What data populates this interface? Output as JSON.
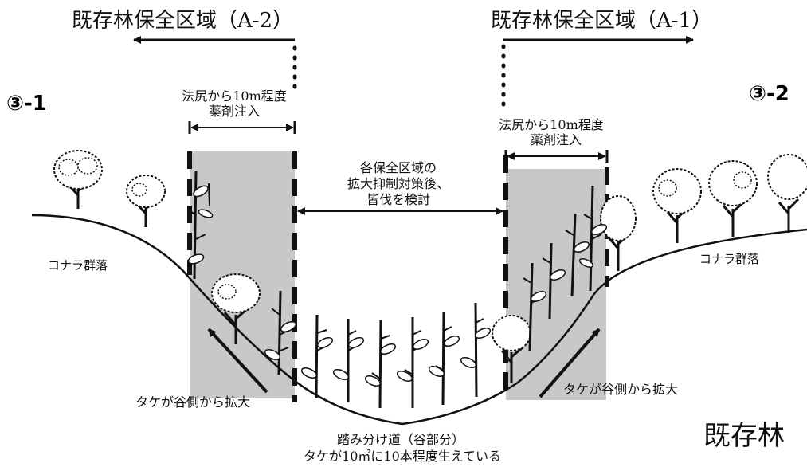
{
  "zones": {
    "left_title": "既存林保全区域（A-2）",
    "right_title": "既存林保全区域（A-1）",
    "bottom_right_title": "既存林"
  },
  "sections": {
    "left_id": "③-1",
    "right_id": "③-2"
  },
  "injection": {
    "left_line1": "法尻から10m程度",
    "left_line2": "薬剤注入",
    "right_line1": "法尻から10m程度",
    "right_line2": "薬剤注入"
  },
  "center_note": {
    "line1": "各保全区域の",
    "line2": "拡大抑制対策後、",
    "line3": "皆伐を検討"
  },
  "vegetation": {
    "left_label": "コナラ群落",
    "right_label": "コナラ群落"
  },
  "spread": {
    "left_label": "タケが谷側から拡大",
    "right_label": "タケが谷側から拡大"
  },
  "valley_path": {
    "line1": "踏み分け道（谷部分）",
    "line2": "タケが10㎡に10本程度生えている"
  },
  "colors": {
    "zone_fill": "#c8c8c8",
    "ink": "#111111"
  },
  "icons": [
    "tree-icon",
    "bamboo-icon",
    "arrow-icon"
  ]
}
